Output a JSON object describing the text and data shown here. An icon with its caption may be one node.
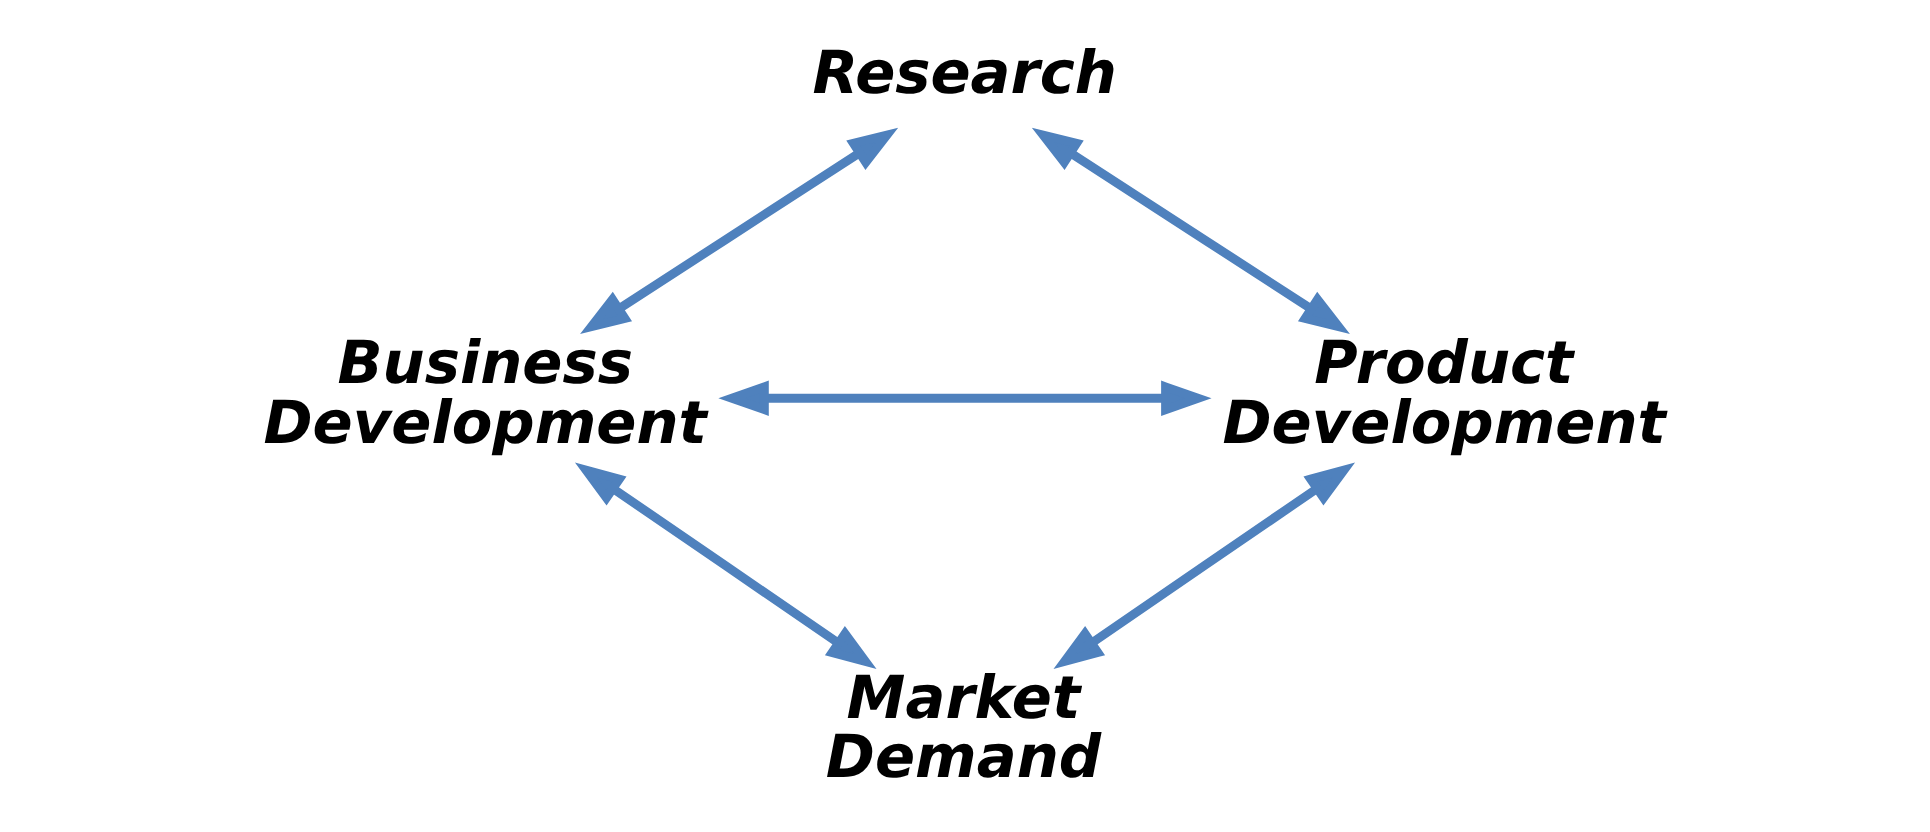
{
  "diagram": {
    "nodes": [
      {
        "text": [
          "Research"
        ]
      },
      {
        "text": [
          "Business Development"
        ]
      },
      {
        "text": [
          "Product Development"
        ]
      },
      {
        "text": [
          "Market Demand"
        ]
      }
    ],
    "edges": [
      {
        "from": 1,
        "to": 0,
        "arrow": "both"
      },
      {
        "from": 0,
        "to": 2,
        "arrow": "both"
      },
      {
        "from": 1,
        "to": 2,
        "arrow": "both"
      },
      {
        "from": 1,
        "to": 3,
        "arrow": "both"
      },
      {
        "from": 3,
        "to": 2,
        "arrow": "both"
      }
    ]
  }
}
